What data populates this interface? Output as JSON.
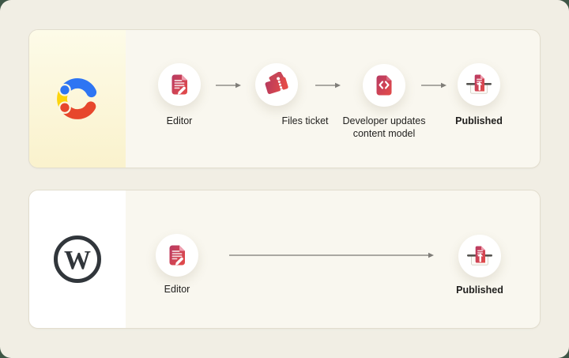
{
  "colors": {
    "page_bg": "#f1eee4",
    "corner_bg": "#3e5646",
    "panel_bg": "#f9f7ef",
    "panel_border": "#e2ddce",
    "contentful_bg_top": "#fdfbe8",
    "contentful_bg_bottom": "#faf2cd",
    "wordpress_bg": "#ffffff",
    "icon_red_start": "#b73a63",
    "icon_red_end": "#e44b48",
    "icon_fold_pink": "#ef9fb0",
    "arrow_line": "#908e88",
    "arrow_head": "#7f7d78",
    "label": "#201f1d",
    "contentful_blue": "#2e75f3",
    "contentful_yellow": "#fcd40e",
    "contentful_red": "#e7472c",
    "wordpress_dark": "#31363b",
    "publish_bar": "#55534f"
  },
  "rows": [
    {
      "name": "contentful",
      "logo": "contentful-logo",
      "steps": [
        {
          "label": "Editor",
          "icon": "document-edit-icon",
          "emphasis": false
        },
        {
          "label": "Files ticket",
          "icon": "ticket-icon",
          "emphasis": false
        },
        {
          "label": "Developer updates content model",
          "icon": "document-code-icon",
          "emphasis": false
        },
        {
          "label": "Published",
          "icon": "document-upload-icon",
          "emphasis": true
        }
      ]
    },
    {
      "name": "wordpress",
      "logo": "wordpress-logo",
      "steps": [
        {
          "label": "Editor",
          "icon": "document-edit-icon",
          "emphasis": false
        },
        {
          "label": "Published",
          "icon": "document-upload-icon",
          "emphasis": true
        }
      ]
    }
  ]
}
